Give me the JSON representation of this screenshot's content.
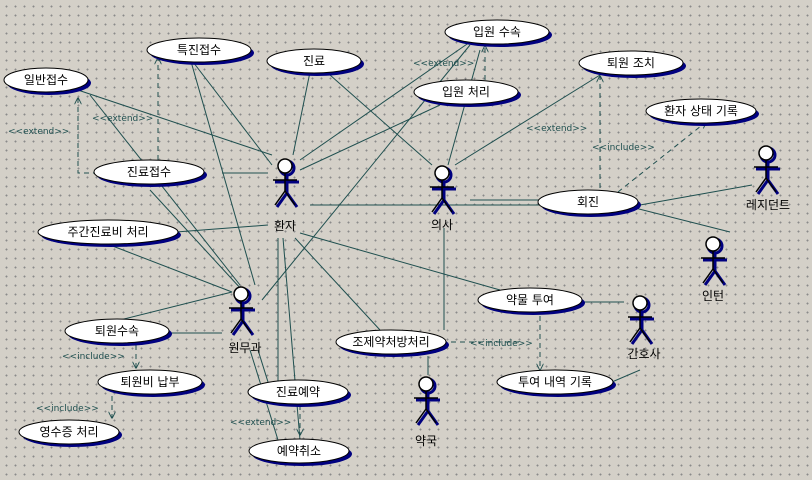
{
  "actors": {
    "patient": "환자",
    "doctor": "의사",
    "resident": "레지던트",
    "intern": "인턴",
    "admin": "원무과",
    "nurse": "간호사",
    "pharmacy": "약국"
  },
  "use_cases": {
    "general_reception": "일반접수",
    "special_reception": "특진접수",
    "treatment": "진료",
    "admission_procedure": "입원 수속",
    "admission_process": "입원 처리",
    "discharge_action": "퇴원 조치",
    "patient_status_record": "환자 상태 기록",
    "treatment_reception": "진료접수",
    "rounds": "회진",
    "weekly_fee": "주간진료비 처리",
    "medication": "약물 투여",
    "discharge_procedure": "퇴원수속",
    "prescription": "조제약처방처리",
    "discharge_payment": "퇴원비 납부",
    "administration_record": "투여 내역 기록",
    "receipt": "영수증 처리",
    "reservation": "진료예약",
    "cancel_reservation": "예약취소"
  },
  "stereotypes": {
    "extend": "<<extend>>",
    "include": "<<include>>"
  },
  "colors": {
    "line": "#1f4f4f",
    "ellipse_fill": "#ffffff",
    "ellipse_shadow": "#000080",
    "actor_line": "#000000",
    "actor_shadow": "#000080"
  }
}
